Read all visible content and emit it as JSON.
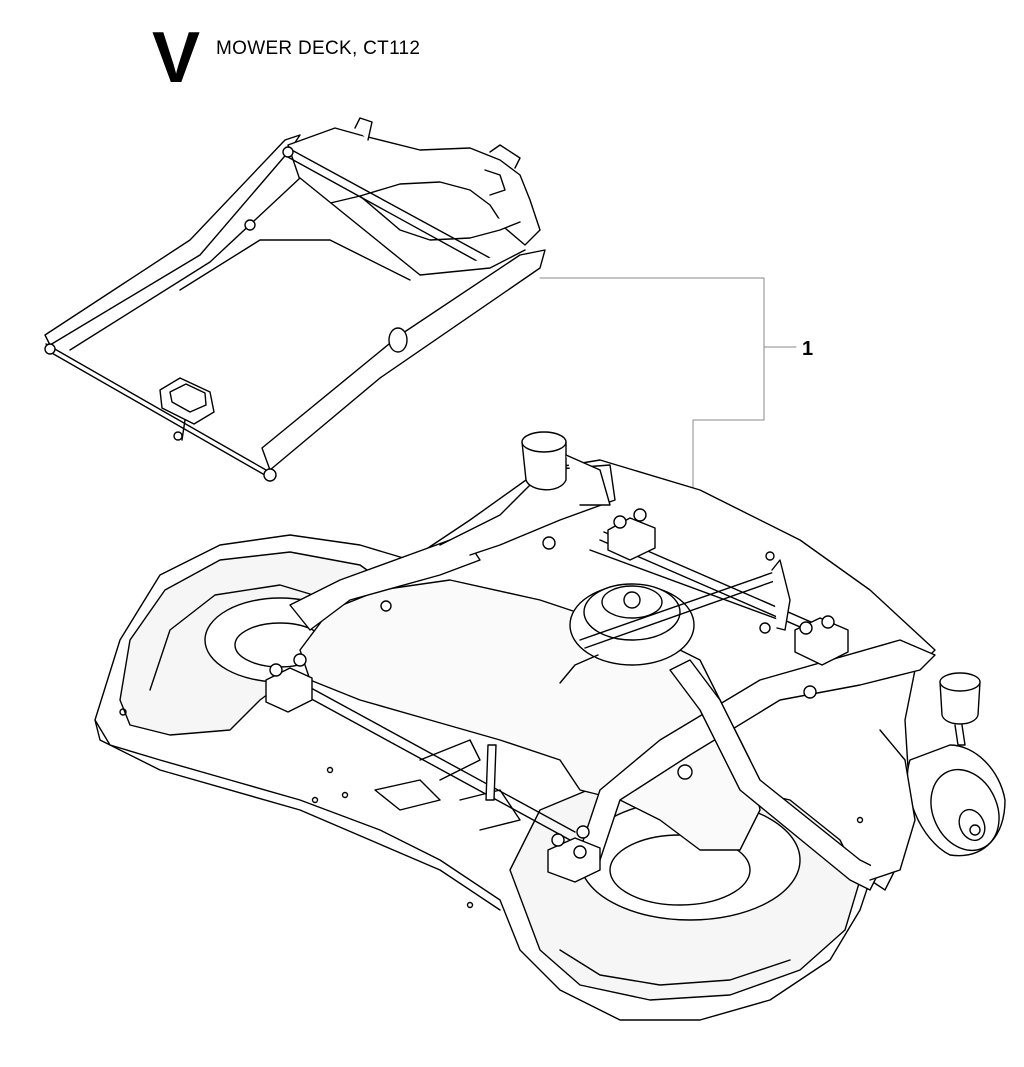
{
  "header": {
    "section_letter": "V",
    "section_title": "MOWER DECK, CT112"
  },
  "callouts": [
    {
      "label": "1"
    }
  ],
  "colors": {
    "line": "#000000",
    "leader": "#8a8a8a",
    "fill": "#ffffff",
    "shade": "#f2f2f2"
  }
}
